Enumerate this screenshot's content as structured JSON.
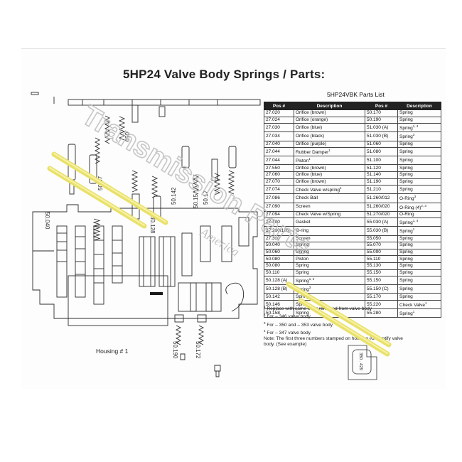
{
  "document": {
    "title": "5HP24 Valve Body Springs / Parts:",
    "parts_list_title": "5HP24VBK Parts List",
    "housing_label": "Housing # 1"
  },
  "diagram": {
    "callouts": [
      "50.040",
      "50.07",
      "50.128",
      "50.142",
      "50.15",
      "50.17",
      "50.190",
      "50.172",
      "059"
    ]
  },
  "table": {
    "headers": [
      "Pos #",
      "Description",
      "Pos #",
      "Description"
    ],
    "rows": [
      [
        "27.020",
        "Orifice (brown)",
        "50.170",
        "Spring"
      ],
      [
        "27.024",
        "Orifice (orange)",
        "50.190",
        "Spring"
      ],
      [
        "27.030",
        "Orifice (blue)",
        "51.030 (A)",
        "Spring"
      ],
      [
        "27.034",
        "Orifice (black)",
        "51.030 (B)",
        "Spring"
      ],
      [
        "27.040",
        "Orifice (purple)",
        "51.060",
        "Spring"
      ],
      [
        "27.044",
        "Rubber Damper",
        "51.080",
        "Spring"
      ],
      [
        "27.044",
        "Piston",
        "51.100",
        "Spring"
      ],
      [
        "27.550",
        "Orifice (brown)",
        "51.120",
        "Spring"
      ],
      [
        "27.060",
        "Orifice (blue)",
        "51.140",
        "Spring"
      ],
      [
        "27.070",
        "Orifice (brown)",
        "51.190",
        "Spring"
      ],
      [
        "27.074",
        "Check Valve w/spring",
        "51.210",
        "Spring"
      ],
      [
        "27.086",
        "Check Ball",
        "51.260/012",
        "O-Ring"
      ],
      [
        "27.090",
        "Screen",
        "51.260/020",
        "O-Ring (4)"
      ],
      [
        "27.094",
        "Check Valve w/Spring",
        "51.270/020",
        "O-Ring"
      ],
      [
        "27.100",
        "Gasket",
        "55.030 (A)",
        "Spring"
      ],
      [
        "27.260/116",
        "O-ring",
        "55.030 (B)",
        "Spring"
      ],
      [
        "27.310",
        "Screen",
        "55.050",
        "Spring"
      ],
      [
        "50.040",
        "Spring",
        "55.070",
        "Spring"
      ],
      [
        "50.060",
        "Spring",
        "55.090",
        "Spring"
      ],
      [
        "50.080",
        "Piston",
        "55.110",
        "Spring"
      ],
      [
        "50.080",
        "Spring",
        "55.130",
        "Spring"
      ],
      [
        "50.110",
        "Spring",
        "55.150",
        "Spring"
      ],
      [
        "50.128 (A)",
        "Spring",
        "55.150",
        "Spring"
      ],
      [
        "50.128 (B)",
        "Spring",
        "55.150 (C)",
        "Spring"
      ],
      [
        "50.142",
        "Spring",
        "55.170",
        "Spring"
      ],
      [
        "50.146",
        "Spring",
        "55.220",
        "Check Valve"
      ],
      [
        "50.158",
        "Spring",
        "55.280",
        "Spring"
      ]
    ],
    "superscripts": {
      "r2c3": "1, 4",
      "r3c3": "3",
      "r5c1": "1",
      "r6c1": "1",
      "r10c1": "1",
      "r11c3": "3",
      "r12c3": "2, 3",
      "r14c3": "1, 4",
      "r15c3": "1",
      "r22c1": "1, 2",
      "r23c1": "3",
      "r25c3": "1",
      "r26c3": "1"
    }
  },
  "notes": [
    {
      "sup": "1",
      "text": "Replace with same color removed from valve body"
    },
    {
      "sup": "2",
      "text": "For – 346 valve body"
    },
    {
      "sup": "3",
      "text": "For – 350 and – 353 valve body"
    },
    {
      "sup": "4",
      "text": "For – 347 valve body"
    },
    {
      "sup": "",
      "text": "Note:  The first three numbers stamped on housing #2 identify valve"
    },
    {
      "sup": "",
      "text": "body.  (See example)"
    }
  ],
  "example_stamp": "350 . 429",
  "watermark": {
    "line1": "Transmission Parts",
    "line2": "America"
  },
  "colors": {
    "rod": "#e9e16a",
    "rod_highlight": "#f7f2a8",
    "ink": "#2a2a2a",
    "header_bg": "#222222",
    "watermark": "#bdbdbd"
  }
}
